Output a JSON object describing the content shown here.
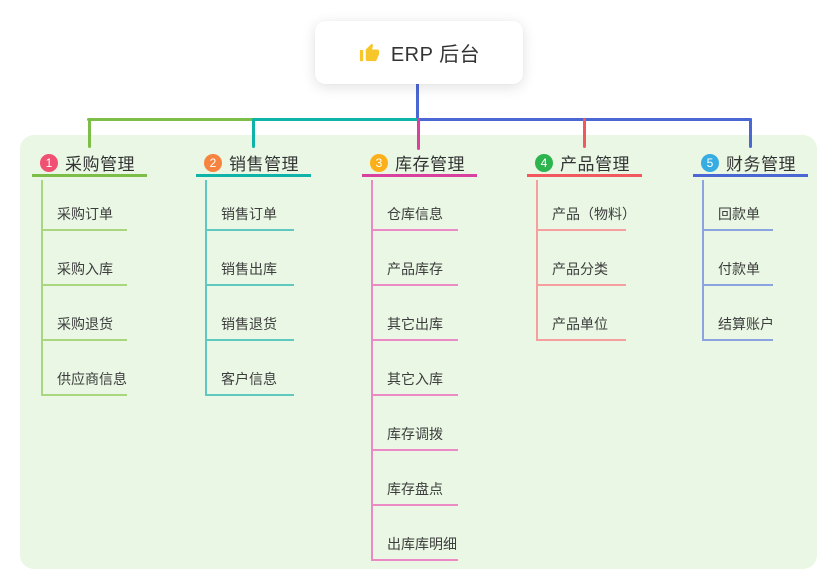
{
  "root": {
    "title": "ERP 后台",
    "icon": "thumbs-up-icon",
    "icon_color": "#f7c62a"
  },
  "connector_color": "#4b67d3",
  "panel_bg": "#e9f7e4",
  "canvas_bg": "#ffffff",
  "text_color": "#333333",
  "branches": [
    {
      "badge": "1",
      "title": "采购管理",
      "colors": {
        "line": "#7dbe48",
        "badge": "#f05072",
        "child_line": "#a9d77f"
      },
      "children": [
        "采购订单",
        "采购入库",
        "采购退货",
        "供应商信息"
      ]
    },
    {
      "badge": "2",
      "title": "销售管理",
      "colors": {
        "line": "#0fb4a8",
        "badge": "#f6833f",
        "child_line": "#5fc9c0"
      },
      "children": [
        "销售订单",
        "销售出库",
        "销售退货",
        "客户信息"
      ]
    },
    {
      "badge": "3",
      "title": "库存管理",
      "colors": {
        "line": "#d8419e",
        "badge": "#fbb019",
        "child_line": "#ec8ac6"
      },
      "children": [
        "仓库信息",
        "产品库存",
        "其它出库",
        "其它入库",
        "库存调拨",
        "库存盘点",
        "出库库明细"
      ]
    },
    {
      "badge": "4",
      "title": "产品管理",
      "colors": {
        "line": "#f2595e",
        "badge": "#2db44f",
        "child_line": "#f79e9e"
      },
      "children": [
        "产品（物料）",
        "产品分类",
        "产品单位"
      ]
    },
    {
      "badge": "5",
      "title": "财务管理",
      "colors": {
        "line": "#4b67d3",
        "badge": "#36ace2",
        "child_line": "#8ba3de"
      },
      "children": [
        "回款单",
        "付款单",
        "结算账户"
      ]
    }
  ]
}
